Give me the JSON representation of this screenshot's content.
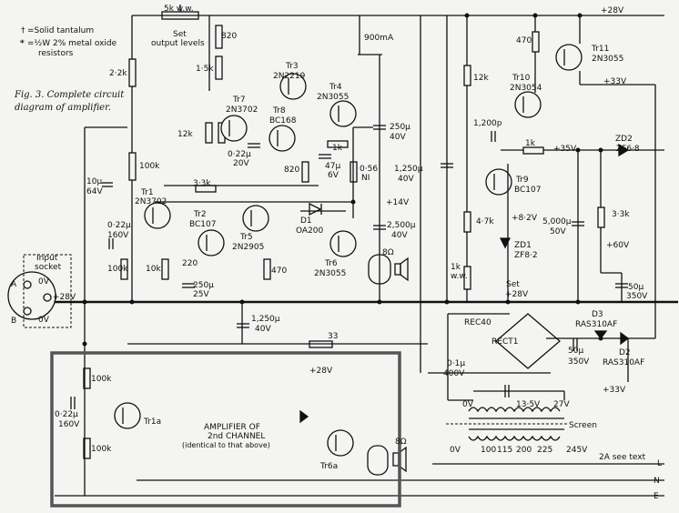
{
  "legend": {
    "dagger_symbol": "†",
    "dagger_text": "=Solid tantalum",
    "star_symbol": "*",
    "star_text": "=½W 2% metal oxide",
    "star_text_2": "resistors"
  },
  "caption": {
    "line1": "Fig. 3. Complete circuit",
    "line2": "diagram of amplifier."
  },
  "top": {
    "pot": "5k w.w.",
    "set1": "Set",
    "set2": "output levels",
    "current": "900mA",
    "rail_28": "+28V"
  },
  "transistors": {
    "tr1": [
      "Tr1",
      "2N3702"
    ],
    "tr2": [
      "Tr2",
      "BC107"
    ],
    "tr3": [
      "Tr3",
      "2N2219"
    ],
    "tr4": [
      "Tr4",
      "2N3055"
    ],
    "tr5": [
      "Tr5",
      "2N2905"
    ],
    "tr6": [
      "Tr6",
      "2N3055"
    ],
    "tr7": [
      "Tr7",
      "2N3702"
    ],
    "tr8": [
      "Tr8",
      "BC168"
    ],
    "tr9": [
      "Tr9",
      "BC107"
    ],
    "tr10": [
      "Tr10",
      "2N3054"
    ],
    "tr11": [
      "Tr11",
      "2N3055"
    ],
    "tr1a": "Tr1a",
    "tr6a": "Tr6a"
  },
  "components": {
    "r820a": "820",
    "r22k": "2·2k",
    "r15k": "1·5k",
    "r12k": "12k",
    "c022a": [
      "0·22µ",
      "20V"
    ],
    "r820b": "820",
    "r1ka": "1k",
    "c47": [
      "47µ",
      "6V"
    ],
    "r056": [
      "0·56",
      "NI"
    ],
    "c250": [
      "250µ",
      "40V"
    ],
    "r100ka": "100k",
    "c10": [
      "10µ",
      "64V"
    ],
    "r33k": "3·3k",
    "c022b": [
      "0·22µ",
      "160V"
    ],
    "r100kb": "100k",
    "r10k": "10k",
    "r220": "220",
    "c250b": [
      "250µ",
      "25V"
    ],
    "r470a": "470",
    "d1": [
      "D1",
      "OA200"
    ],
    "c2500": [
      "2,500µ",
      "40V"
    ],
    "c1250a": [
      "1,250µ",
      "40V"
    ],
    "c1250b": [
      "1,250µ",
      "40V"
    ],
    "r33": "33",
    "spk": "8Ω",
    "rail14": "+14V",
    "r470b": "470",
    "c1200": "1,200p",
    "r1kb": "1k",
    "rail35": "+35V",
    "zd2": [
      "ZD2",
      "ZF6·8"
    ],
    "rail33a": "+33V",
    "r47k": "4·7k",
    "v82": "+8·2V",
    "zd1": [
      "ZD1",
      "ZF8·2"
    ],
    "pot1k": [
      "1k",
      "w.w."
    ],
    "set28": [
      "Set",
      "+28V"
    ],
    "c5000": [
      "5,000µ",
      "50V"
    ],
    "r33kb": "3·3k",
    "rail60": "+60V",
    "c50a": [
      "50µ",
      "350V"
    ],
    "d3": [
      "D3",
      "RAS310AF"
    ],
    "rec40": "REC40",
    "rect1": "RECT1",
    "c50b": [
      "50µ",
      "350V"
    ],
    "d2": [
      "D2",
      "RAS310AF"
    ],
    "c01": [
      "0·1µ",
      "400V"
    ],
    "rail33b": "+33V",
    "v0": "0V",
    "v135": "13·5V",
    "v27": "27V",
    "screen": "Screen",
    "taps": [
      "0V",
      "100",
      "115",
      "200",
      "225",
      "245V"
    ],
    "fuse": "2A see text",
    "L": "L",
    "N": "N",
    "E": "E"
  },
  "input": {
    "title1": "Input",
    "title2": "socket",
    "A": "A",
    "B": "B",
    "ov1": "0V",
    "ov2": "0V",
    "v28": "+28V"
  },
  "second_channel": {
    "line1": "AMPLIFIER OF",
    "line2": "2nd CHANNEL",
    "line3": "(identical to that above)",
    "r100k1": "100k",
    "c022": [
      "0·22µ",
      "160V"
    ],
    "r100k2": "100k",
    "rail28": "+28V",
    "spk": "8Ω"
  }
}
